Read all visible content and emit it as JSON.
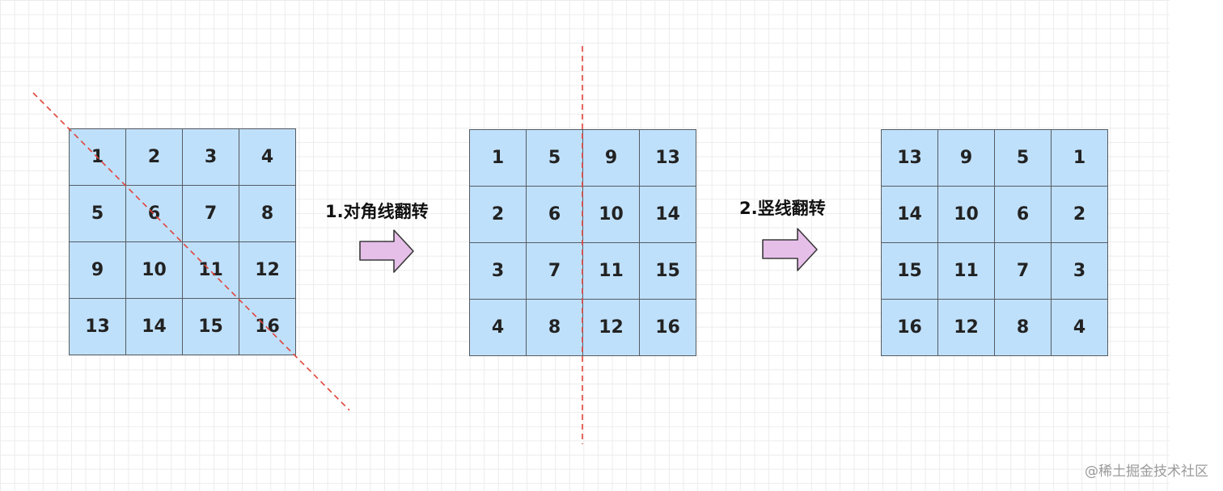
{
  "diagram": {
    "original": [
      "1",
      "2",
      "3",
      "4",
      "5",
      "6",
      "7",
      "8",
      "9",
      "10",
      "11",
      "12",
      "13",
      "14",
      "15",
      "16"
    ],
    "transposed": [
      "1",
      "5",
      "9",
      "13",
      "2",
      "6",
      "10",
      "14",
      "3",
      "7",
      "11",
      "15",
      "4",
      "8",
      "12",
      "16"
    ],
    "rotated": [
      "13",
      "9",
      "5",
      "1",
      "14",
      "10",
      "6",
      "2",
      "15",
      "11",
      "7",
      "3",
      "16",
      "12",
      "8",
      "4"
    ],
    "steps": [
      {
        "label": "1.对角线翻转"
      },
      {
        "label": "2.竖线翻转"
      }
    ]
  },
  "colors": {
    "cell_fill": "#bfe0fb",
    "cell_border": "#555b63",
    "dashed_line": "#e0443a",
    "arrow_fill": "#e6bfe9",
    "arrow_stroke": "#3a3a3a"
  },
  "watermark": "@稀土掘金技术社区"
}
